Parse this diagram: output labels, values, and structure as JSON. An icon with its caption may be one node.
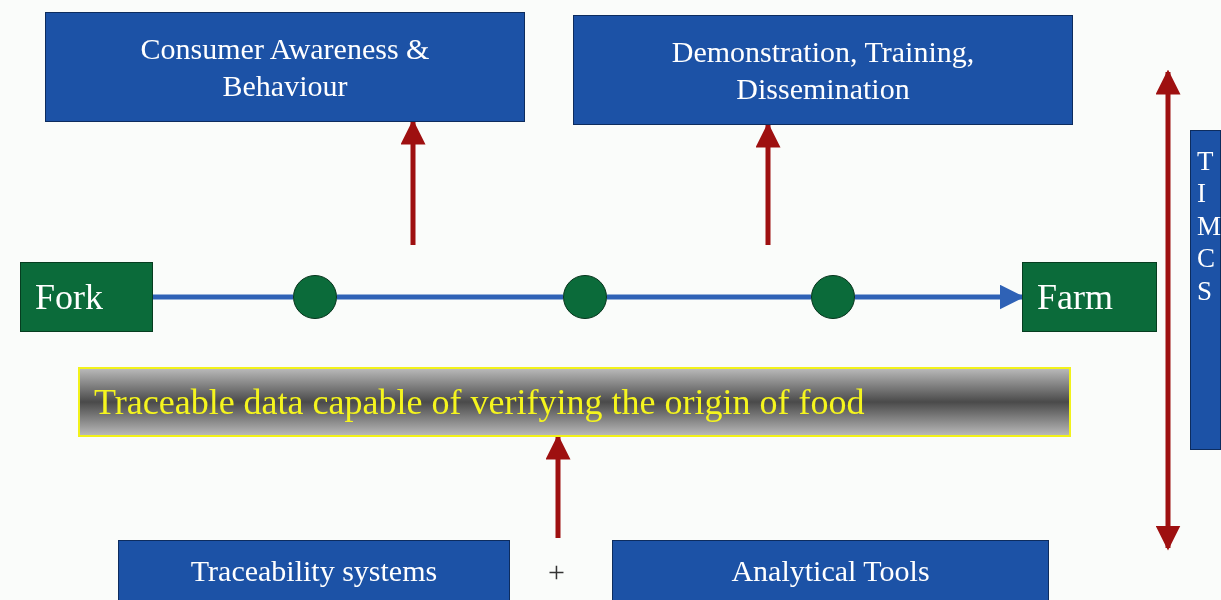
{
  "diagram": {
    "nodes": [
      {
        "text": [
          "Consumer Awareness & Behaviour"
        ]
      },
      {
        "text": [
          "Demonstration, Training, Dissemination"
        ]
      },
      {
        "text": [
          "T I M C S"
        ]
      },
      {
        "text": [
          "Fork"
        ]
      },
      {
        "text": [],
        "shape": "circle"
      },
      {
        "text": [],
        "shape": "circle"
      },
      {
        "text": [],
        "shape": "circle"
      },
      {
        "text": [
          "Farm"
        ]
      },
      {
        "text": [
          "Traceable data capable of verifying the origin of food"
        ]
      },
      {
        "text": [
          "Traceability systems"
        ]
      },
      {
        "text": [
          "Analytical Tools"
        ]
      }
    ],
    "edges": [
      {
        "from": null,
        "to": 0,
        "arrow": "to",
        "color": "#9e1010"
      },
      {
        "from": null,
        "to": 1,
        "arrow": "to",
        "color": "#9e1010"
      },
      {
        "from": 3,
        "to": 4,
        "arrow": "none"
      },
      {
        "from": 4,
        "to": 5,
        "arrow": "none"
      },
      {
        "from": 5,
        "to": 6,
        "arrow": "none"
      },
      {
        "from": 6,
        "to": 7,
        "arrow": "to"
      },
      {
        "from": null,
        "to": 8,
        "arrow": "to",
        "color": "#9e1010"
      }
    ],
    "labels": [
      "+"
    ]
  }
}
